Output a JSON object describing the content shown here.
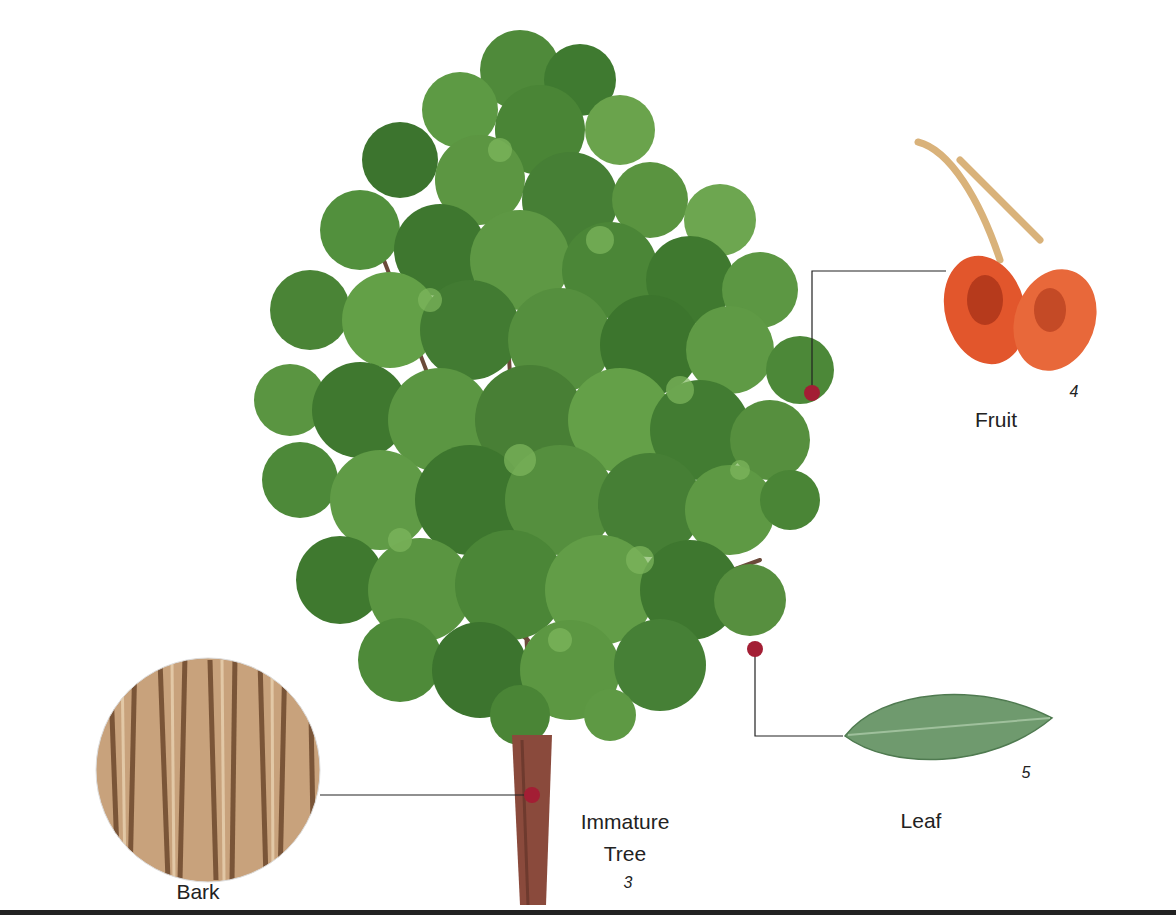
{
  "diagram": {
    "labels": [
      "4",
      "Fruit",
      "5",
      "Leaf",
      "Immature Tree",
      "3",
      "Bark"
    ]
  }
}
